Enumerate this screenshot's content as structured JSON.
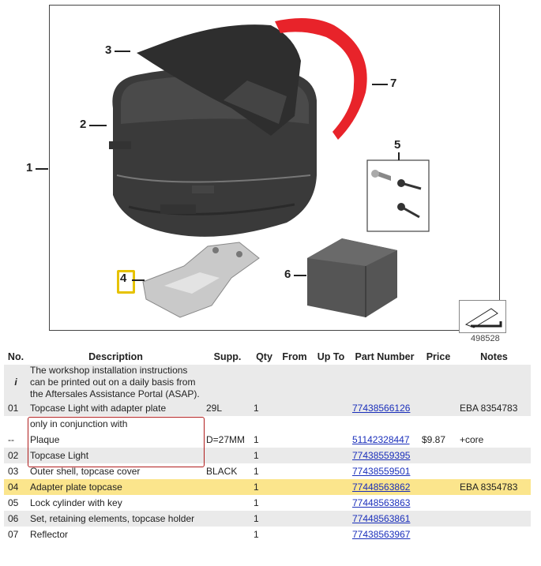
{
  "diagram": {
    "callouts": [
      "1",
      "2",
      "3",
      "4",
      "5",
      "6",
      "7"
    ],
    "illustration_number": "498528"
  },
  "table": {
    "headers": {
      "no": "No.",
      "description": "Description",
      "supp": "Supp.",
      "qty": "Qty",
      "from": "From",
      "upto": "Up To",
      "part_number": "Part Number",
      "price": "Price",
      "notes": "Notes"
    },
    "info": {
      "no": "i",
      "text": "The workshop installation instructions can be printed out on a daily basis from the Aftersales Assistance Portal (ASAP)."
    },
    "rows": [
      {
        "no": "01",
        "desc": "Topcase Light with adapter plate",
        "supp": "29L",
        "qty": "1",
        "part": "77438566126",
        "price": "",
        "notes": "EBA 8354783"
      },
      {
        "no": "",
        "desc": "only in conjunction with",
        "supp": "",
        "qty": "",
        "part": "",
        "price": "",
        "notes": ""
      },
      {
        "no": "--",
        "desc": "Plaque",
        "supp": "D=27MM",
        "qty": "1",
        "part": "51142328447",
        "price": "$9.87",
        "notes": "+core"
      },
      {
        "no": "02",
        "desc": "Topcase Light",
        "supp": "",
        "qty": "1",
        "part": "77438559395",
        "price": "",
        "notes": ""
      },
      {
        "no": "03",
        "desc": "Outer shell, topcase cover",
        "supp": "BLACK",
        "qty": "1",
        "part": "77438559501",
        "price": "",
        "notes": ""
      },
      {
        "no": "04",
        "desc": "Adapter plate topcase",
        "supp": "",
        "qty": "1",
        "part": "77448563862",
        "price": "",
        "notes": "EBA 8354783"
      },
      {
        "no": "05",
        "desc": "Lock cylinder with key",
        "supp": "",
        "qty": "1",
        "part": "77448563863",
        "price": "",
        "notes": ""
      },
      {
        "no": "06",
        "desc": "Set, retaining elements, topcase holder",
        "supp": "",
        "qty": "1",
        "part": "77448563861",
        "price": "",
        "notes": ""
      },
      {
        "no": "07",
        "desc": "Reflector",
        "supp": "",
        "qty": "1",
        "part": "77438563967",
        "price": "",
        "notes": ""
      }
    ]
  },
  "colors": {
    "highlight_row": "#fbe58c",
    "highlight_callout": "#e6c200",
    "shade_row": "#eaeaea",
    "link": "#1a2fbb",
    "reflector": "#e8232a",
    "group_border": "#b01c1c"
  },
  "icons": [
    "topcase-illustration",
    "reflector-strip-illustration",
    "adapter-plate-illustration",
    "retaining-elements-illustration",
    "plaque-box-illustration",
    "arrow-corner-icon"
  ]
}
